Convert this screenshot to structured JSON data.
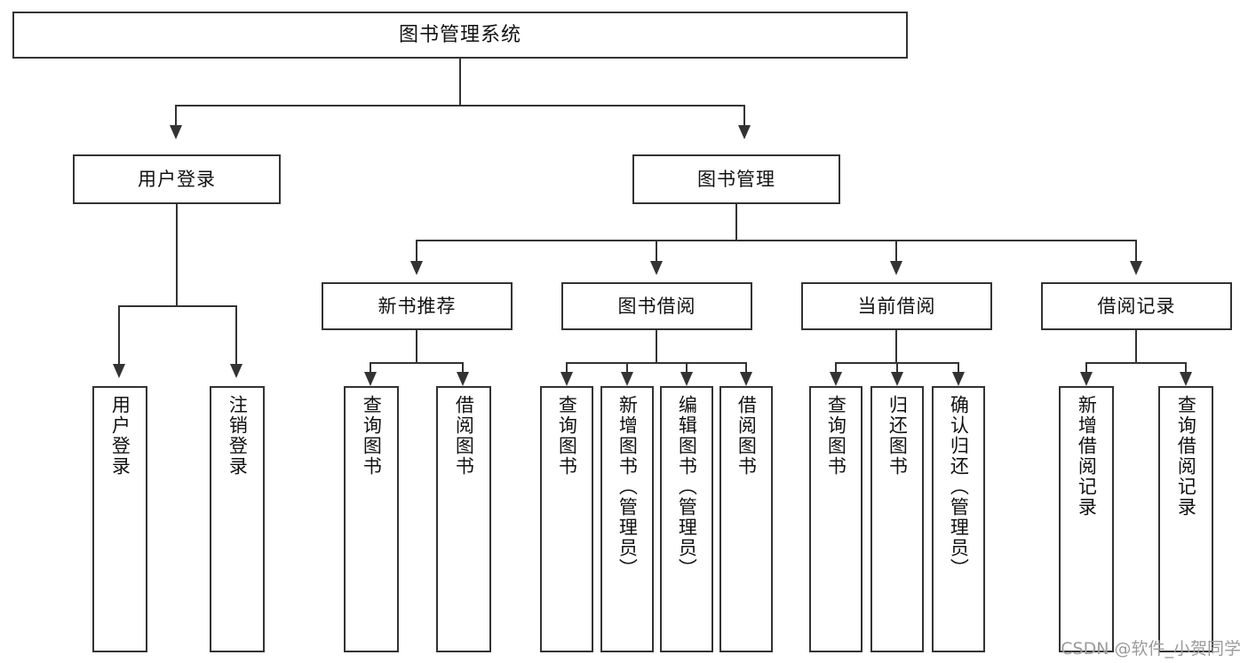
{
  "diagram": {
    "title": "图书管理系统",
    "watermark": "CSDN @软件_小贺同学",
    "root": {
      "label": "图书管理系统"
    },
    "level2": [
      {
        "id": "user-login",
        "label": "用户登录"
      },
      {
        "id": "book-manage",
        "label": "图书管理"
      }
    ],
    "level3": [
      {
        "id": "new-book-recommend",
        "label": "新书推荐"
      },
      {
        "id": "book-borrow",
        "label": "图书借阅"
      },
      {
        "id": "current-borrow",
        "label": "当前借阅"
      },
      {
        "id": "borrow-record",
        "label": "借阅记录"
      }
    ],
    "leaves": {
      "user_login": [
        {
          "id": "leaf-user-login",
          "label": "用户登录"
        },
        {
          "id": "leaf-logout",
          "label": "注销登录"
        }
      ],
      "new_book_recommend": [
        {
          "id": "leaf-query-book-1",
          "label": "查询图书"
        },
        {
          "id": "leaf-borrow-book-1",
          "label": "借阅图书"
        }
      ],
      "book_borrow": [
        {
          "id": "leaf-query-book-2",
          "label": "查询图书"
        },
        {
          "id": "leaf-add-book",
          "label": "新增图书（管理员）"
        },
        {
          "id": "leaf-edit-book",
          "label": "编辑图书（管理员）"
        },
        {
          "id": "leaf-borrow-book-2",
          "label": "借阅图书"
        }
      ],
      "current_borrow": [
        {
          "id": "leaf-query-book-3",
          "label": "查询图书"
        },
        {
          "id": "leaf-return-book",
          "label": "归还图书"
        },
        {
          "id": "leaf-confirm-return",
          "label": "确认归还（管理员）"
        }
      ],
      "borrow_record": [
        {
          "id": "leaf-add-record",
          "label": "新增借阅记录"
        },
        {
          "id": "leaf-query-record",
          "label": "查询借阅记录"
        }
      ]
    },
    "colors": {
      "stroke": "#333333",
      "background": "#ffffff",
      "text": "#111111",
      "watermark": "#9b9b9b"
    }
  }
}
